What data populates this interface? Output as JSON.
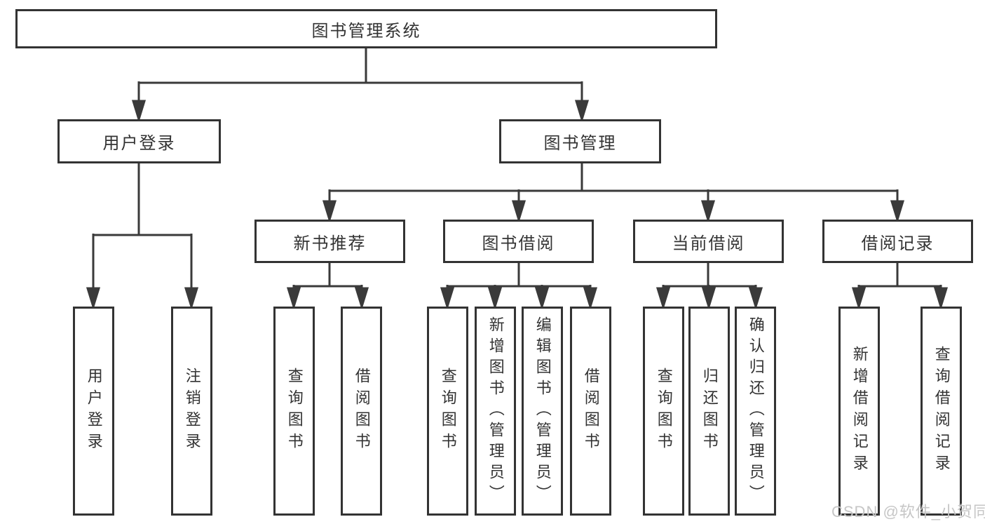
{
  "tree": {
    "label": "图书管理系统",
    "children": [
      {
        "label": "用户登录",
        "children": [
          {
            "label": "用户登录"
          },
          {
            "label": "注销登录"
          }
        ]
      },
      {
        "label": "图书管理",
        "children": [
          {
            "label": "新书推荐",
            "children": [
              {
                "label": "查询图书"
              },
              {
                "label": "借阅图书"
              }
            ]
          },
          {
            "label": "图书借阅",
            "children": [
              {
                "label": "查询图书"
              },
              {
                "label": "新增图书（管理员）"
              },
              {
                "label": "编辑图书（管理员）"
              },
              {
                "label": "借阅图书"
              }
            ]
          },
          {
            "label": "当前借阅",
            "children": [
              {
                "label": "查询图书"
              },
              {
                "label": "归还图书"
              },
              {
                "label": "确认归还（管理员）"
              }
            ]
          },
          {
            "label": "借阅记录",
            "children": [
              {
                "label": "新增借阅记录"
              },
              {
                "label": "查询借阅记录"
              }
            ]
          }
        ]
      }
    ]
  },
  "watermark": {
    "text": "CSDN @软件_小贺同学"
  },
  "colors": {
    "line": "#3a3a3a",
    "box_border": "#333333",
    "text": "#333333",
    "watermark": "#c6c6c6",
    "background": "#ffffff"
  }
}
